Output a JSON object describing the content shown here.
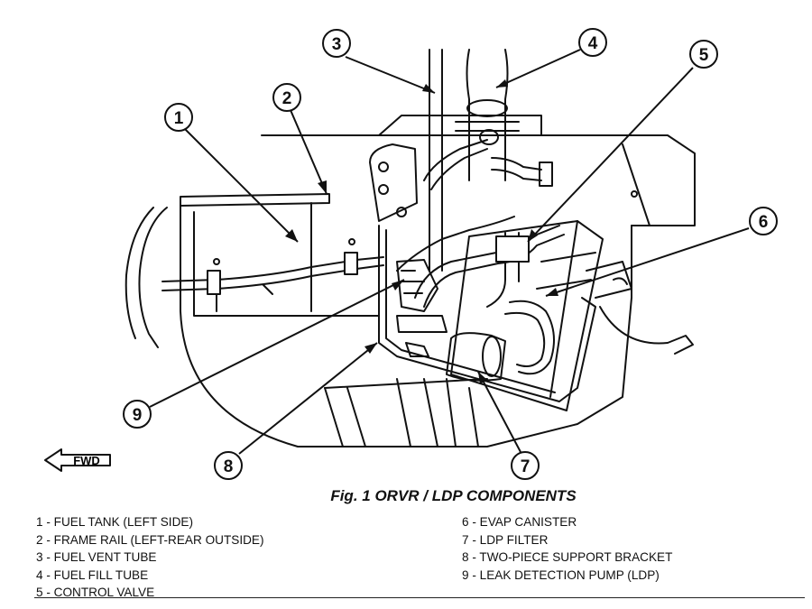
{
  "figure": {
    "caption": "Fig. 1 ORVR / LDP COMPONENTS",
    "fwd_label": "FWD",
    "callouts": [
      "1",
      "2",
      "3",
      "4",
      "5",
      "6",
      "7",
      "8",
      "9"
    ]
  },
  "legend": {
    "left": [
      "1 - FUEL TANK (LEFT SIDE)",
      "2 - FRAME RAIL (LEFT-REAR OUTSIDE)",
      "3 - FUEL VENT TUBE",
      "4 - FUEL FILL TUBE",
      "5 - CONTROL VALVE"
    ],
    "right": [
      "6 - EVAP CANISTER",
      "7 - LDP FILTER",
      "8 - TWO-PIECE SUPPORT BRACKET",
      "9 - LEAK DETECTION PUMP (LDP)"
    ]
  }
}
